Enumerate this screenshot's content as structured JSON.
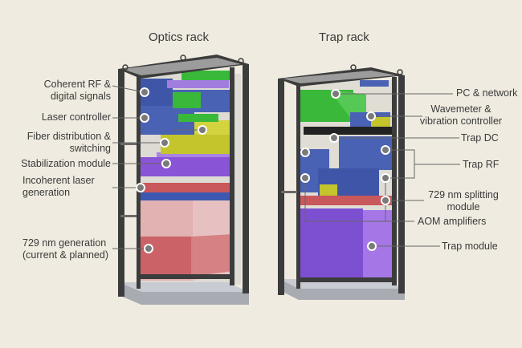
{
  "titles": {
    "optics": "Optics rack",
    "trap": "Trap rack"
  },
  "optics_labels": {
    "coherent_rf": "Coherent RF &\ndigital signals",
    "laser_controller": "Laser controller",
    "fiber_distribution": "Fiber distribution &\nswitching",
    "stabilization": "Stabilization module",
    "incoherent_laser": "Incoherent laser\ngeneration",
    "generation_729": "729 nm generation\n(current & planned)"
  },
  "trap_labels": {
    "pc_network": "PC & network",
    "wavemeter": "Wavemeter &\nvibration controller",
    "trap_dc": "Trap DC",
    "trap_rf": "Trap RF",
    "splitting_729": "729 nm splitting\nmodule",
    "aom_amplifiers": "AOM amplifiers",
    "trap_module": "Trap module"
  },
  "colors": {
    "background": "#efebe0",
    "frame": "#3c3c3c",
    "blue": "#4a62b4",
    "green": "#39b83a",
    "purple": "#8a54d6",
    "yellow": "#c4c52c",
    "red": "#c8585c",
    "pink": "#dfa1a3",
    "violet": "#8a5fd8",
    "leader": "#555555"
  }
}
